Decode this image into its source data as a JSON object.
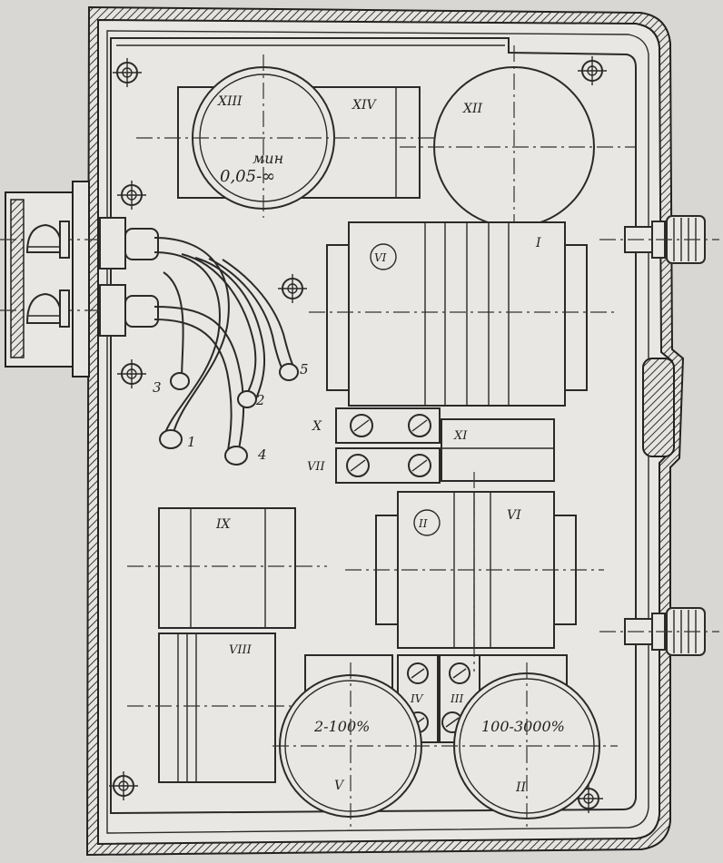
{
  "labels": {
    "xiii": "XIII",
    "xiv": "XIV",
    "xii": "XII",
    "vi": "VI",
    "i": "I",
    "x": "X",
    "xi": "XI",
    "vii": "VII",
    "ii": "II",
    "vi_b": "VI",
    "ix": "IX",
    "viii": "VIII",
    "iv": "IV",
    "iii": "III",
    "v": "V",
    "ii_b": "II"
  },
  "dials": {
    "min_label": "мин",
    "min_value": "0,05-∞",
    "left_range": "2-100%",
    "right_range": "100-3000%"
  },
  "tubes": [
    "1",
    "2",
    "3",
    "4",
    "5"
  ]
}
